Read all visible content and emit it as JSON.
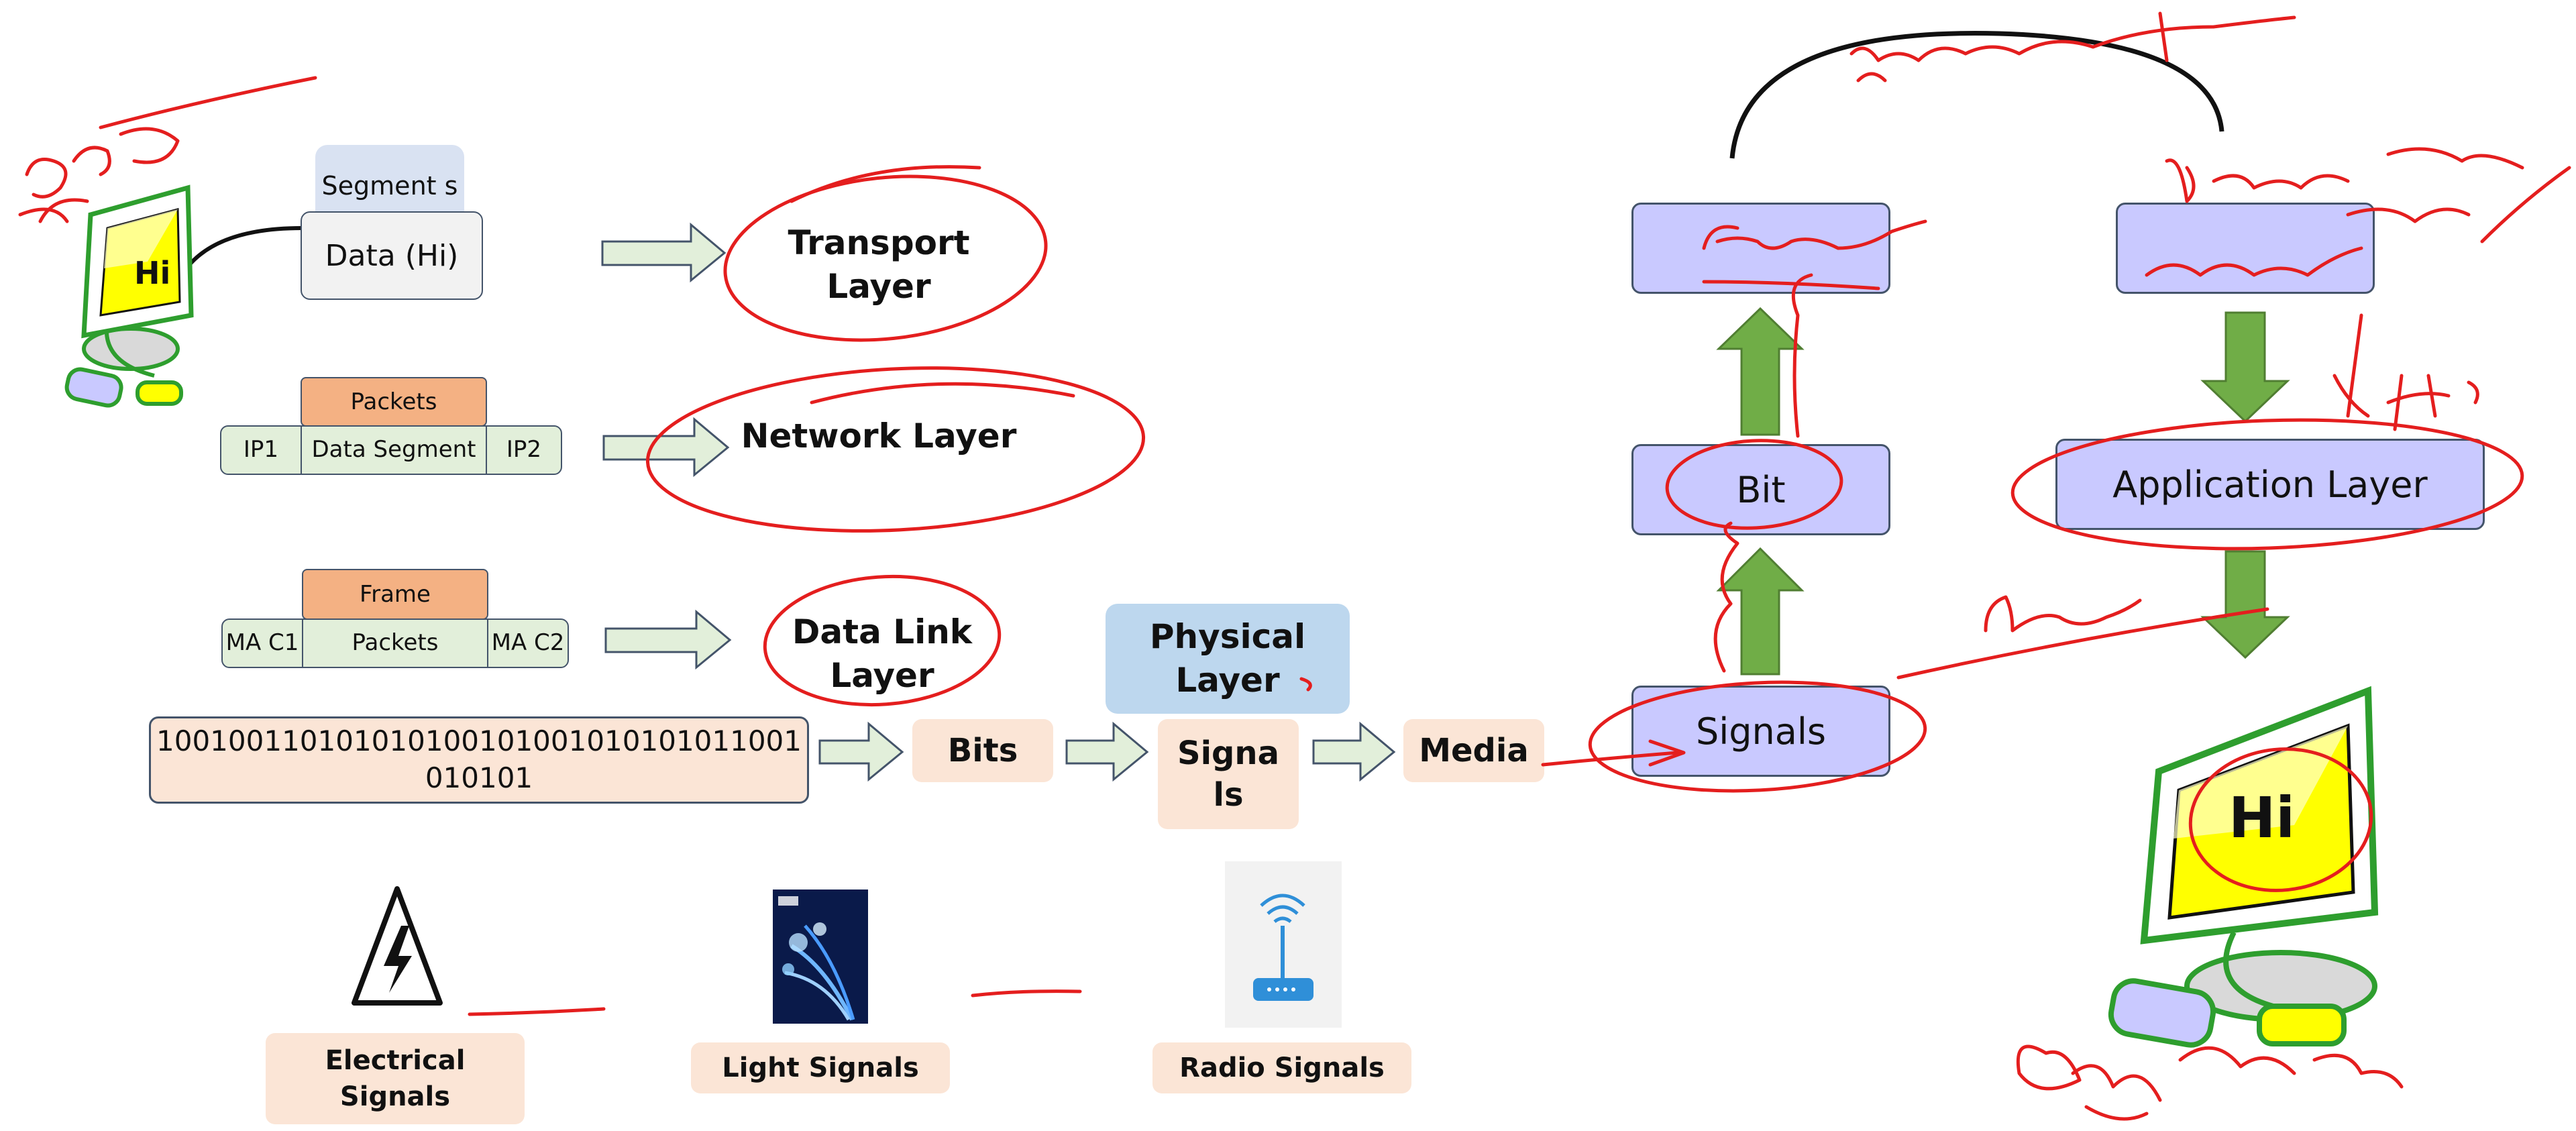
{
  "left_diagram": {
    "transport": {
      "segments": "Segment s",
      "data": "Data (Hi)",
      "layer": "Transport Layer"
    },
    "network": {
      "header": "Packets",
      "ip1": "IP1",
      "data_segment": "Data Segment",
      "ip2": "IP2",
      "layer": "Network Layer"
    },
    "datalink": {
      "header": "Frame",
      "mac1": "MA C1",
      "packets": "Packets",
      "mac2": "MA C2",
      "layer": "Data Link Layer"
    },
    "physical": {
      "bits_string": "100100110101010100101001010101011001 010101",
      "bits": "Bits",
      "layer": "Physical Layer",
      "signals": "Signa ls",
      "media": "Media"
    },
    "media_types": [
      {
        "label": "Electrical Signals",
        "icon": "high-voltage-icon"
      },
      {
        "label": "Light Signals",
        "icon": "fiber-optic-icon"
      },
      {
        "label": "Radio Signals",
        "icon": "wifi-router-icon"
      }
    ],
    "monitor_text": "Hi"
  },
  "right_diagram": {
    "bit": "Bit",
    "signals": "Signals",
    "application": "Application Layer",
    "monitor_text": "Hi"
  },
  "colors": {
    "annotation": "#e41e1e",
    "lavender_box": "#c9c9ff",
    "green_arrow": "#70ad47",
    "monitor_green": "#2e9e2e",
    "screen_yellow": "#ffff00",
    "peach": "#fbe5d6"
  }
}
